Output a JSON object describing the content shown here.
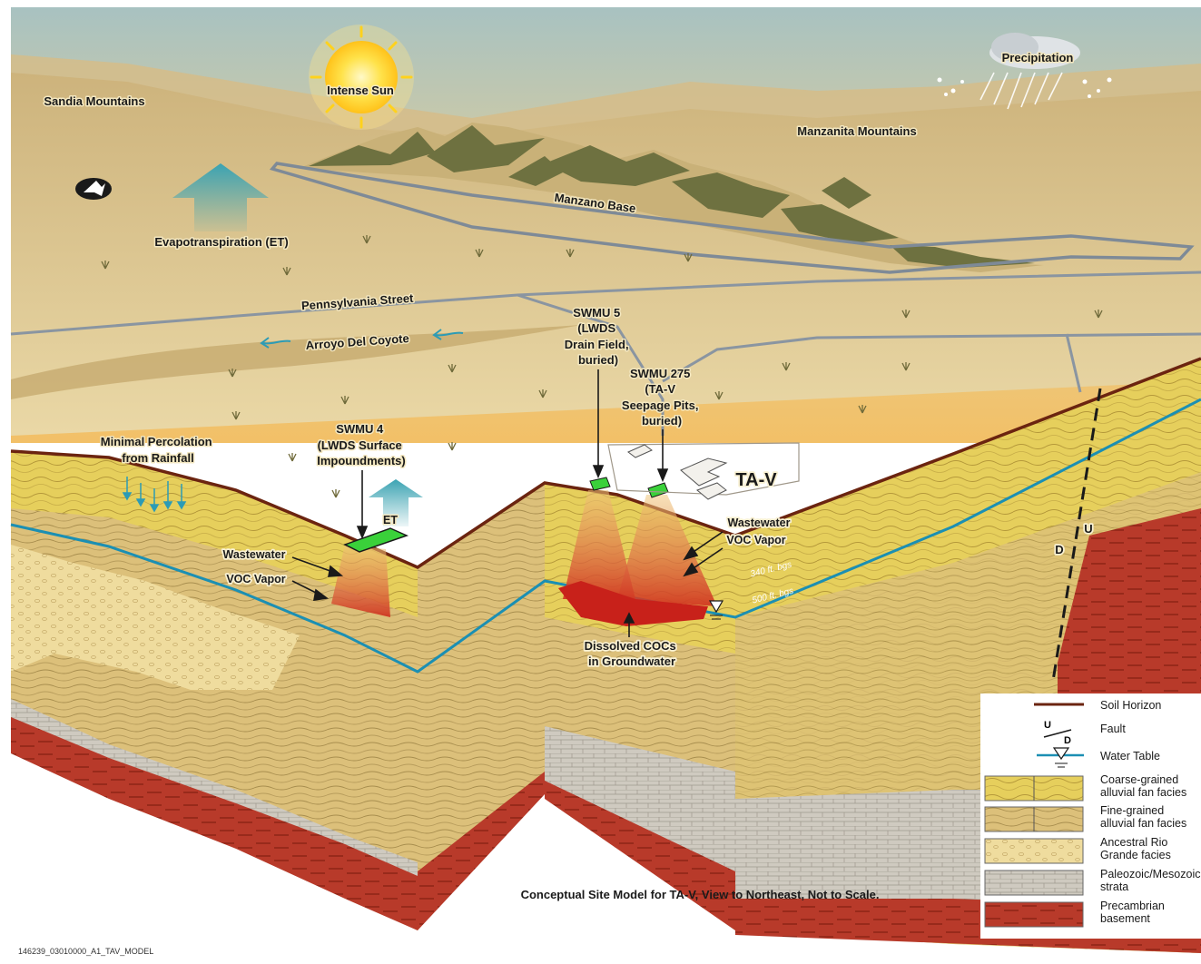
{
  "labels": {
    "sandia": "Sandia Mountains",
    "sun": "Intense Sun",
    "precip": "Precipitation",
    "manzanita": "Manzanita Mountains",
    "manzano_base": "Manzano Base",
    "et_arrow": "Evapotranspiration (ET)",
    "penn_st": "Pennsylvania Street",
    "arroyo": "Arroyo Del Coyote",
    "swmu5": [
      "SWMU 5",
      "(LWDS",
      "Drain Field,",
      "buried)"
    ],
    "swmu275": [
      "SWMU 275",
      "(TA-V",
      "Seepage Pits,",
      "buried)"
    ],
    "tav": "TA-V",
    "minimal_perc": [
      "Minimal Percolation",
      "from Rainfall"
    ],
    "swmu4": [
      "SWMU 4",
      "(LWDS Surface",
      "Impoundments)"
    ],
    "et": "ET",
    "wastewater_left": "Wastewater",
    "voc_left": "VOC Vapor",
    "wastewater_right": "Wastewater",
    "voc_right": "VOC Vapor",
    "depth_340": "340 ft. bgs",
    "depth_500": "500 ft. bgs",
    "dissolved": [
      "Dissolved COCs",
      "in Groundwater"
    ],
    "fault_u": "U",
    "fault_d": "D",
    "caption": "Conceptual Site Model for TA-V, View to Northeast, Not to Scale.",
    "figure_id": "146239_03010000_A1_TAV_MODEL"
  },
  "legend": [
    {
      "label": [
        "Soil Horizon"
      ],
      "symbol": "line",
      "color": "#6b2410"
    },
    {
      "label": [
        "Fault"
      ],
      "symbol": "fault",
      "color": "#1a1a1a"
    },
    {
      "label": [
        "Water Table"
      ],
      "symbol": "water",
      "color": "#1b8fb3"
    },
    {
      "label": [
        "Coarse-grained",
        "alluvial fan facies"
      ],
      "symbol": "swatch",
      "color": "#e8d35a"
    },
    {
      "label": [
        "Fine-grained",
        "alluvial fan facies"
      ],
      "symbol": "swatch",
      "color": "#e2c77c"
    },
    {
      "label": [
        "Ancestral Rio",
        "Grande facies"
      ],
      "symbol": "swatch",
      "color": "#efdc9a"
    },
    {
      "label": [
        "Paleozoic/Mesozoic",
        "strata"
      ],
      "symbol": "swatch",
      "color": "#cfcbc2"
    },
    {
      "label": [
        "Precambrian",
        "basement"
      ],
      "symbol": "swatch",
      "color": "#b8392a"
    }
  ],
  "fault_symbol": {
    "u": "U",
    "d": "D"
  },
  "colors": {
    "sky_top": "#a9c3c2",
    "sky_horizon": "#f0c26a",
    "ground": "#e4d09a",
    "mountain": "#6f7242",
    "water_table": "#1b8fb3",
    "soil": "#6b2410",
    "impoundment": "#3ad13a",
    "basement": "#b8392a"
  }
}
